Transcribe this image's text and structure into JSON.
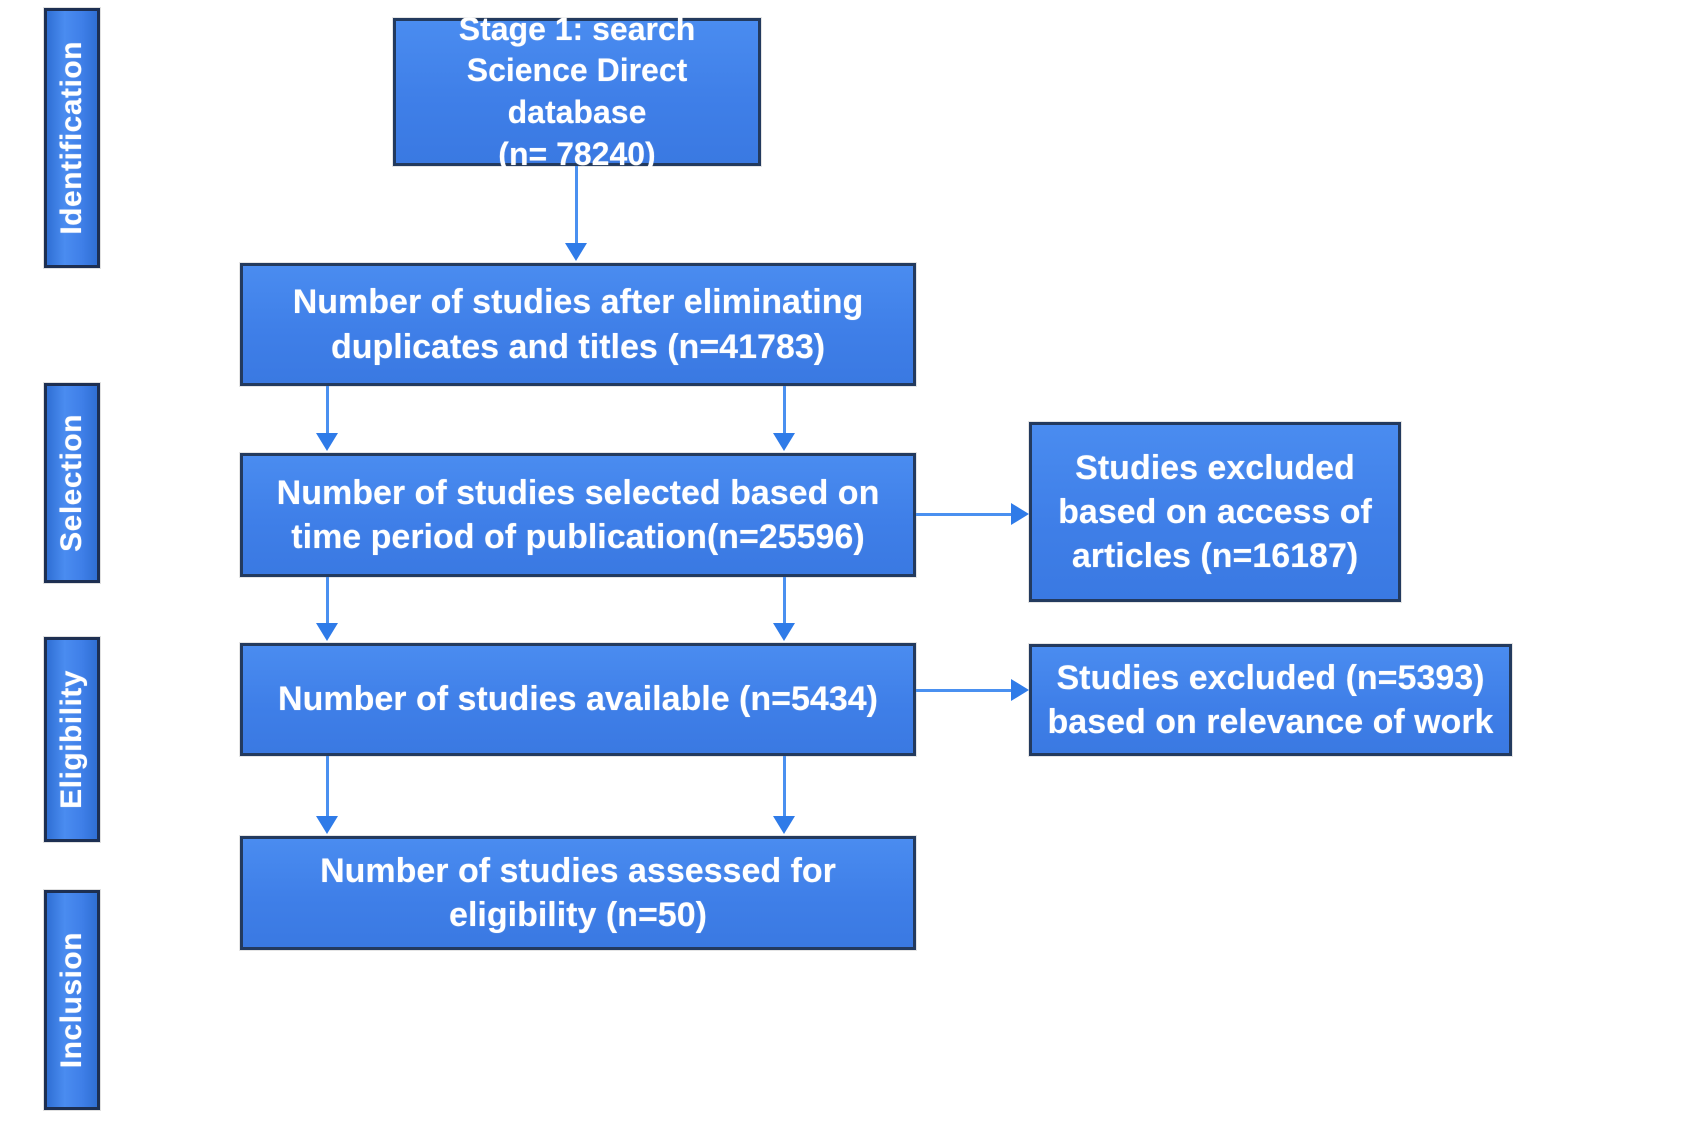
{
  "diagram": {
    "title": "PRISMA study selection flow diagram",
    "colors": {
      "box_fill": "#3f7fe8",
      "box_border": "#233a5e",
      "text": "#ffffff",
      "arrow": "#4a90f0",
      "background": "#ffffff"
    },
    "stages": [
      {
        "id": "identification",
        "label": "Identification"
      },
      {
        "id": "selection",
        "label": "Selection"
      },
      {
        "id": "eligibility",
        "label": "Eligibility"
      },
      {
        "id": "inclusion",
        "label": "Inclusion"
      }
    ],
    "boxes": [
      {
        "id": "stage1-search",
        "stage": "Identification",
        "text": "Stage 1: search\nScience Direct database\n(n= 78240)",
        "n": 78240
      },
      {
        "id": "after-duplicates",
        "stage": "Identification",
        "text": "Number of studies after eliminating\nduplicates  and titles (n=41783)",
        "n": 41783
      },
      {
        "id": "selected-time-period",
        "stage": "Selection",
        "text": "Number of studies selected based on\ntime period of publication(n=25596)",
        "n": 25596
      },
      {
        "id": "studies-available",
        "stage": "Eligibility",
        "text": "Number of studies available  (n=5434)",
        "n": 5434
      },
      {
        "id": "assessed-for-eligibility",
        "stage": "Inclusion",
        "text": "Number of studies assessed for\neligibility (n=50)",
        "n": 50
      }
    ],
    "exclusions": [
      {
        "id": "excluded-access",
        "text": "Studies excluded\nbased on access of\narticles (n=16187)",
        "n": 16187
      },
      {
        "id": "excluded-relevance",
        "text": "Studies excluded (n=5393)\nbased on relevance of work",
        "n": 5393
      }
    ]
  }
}
